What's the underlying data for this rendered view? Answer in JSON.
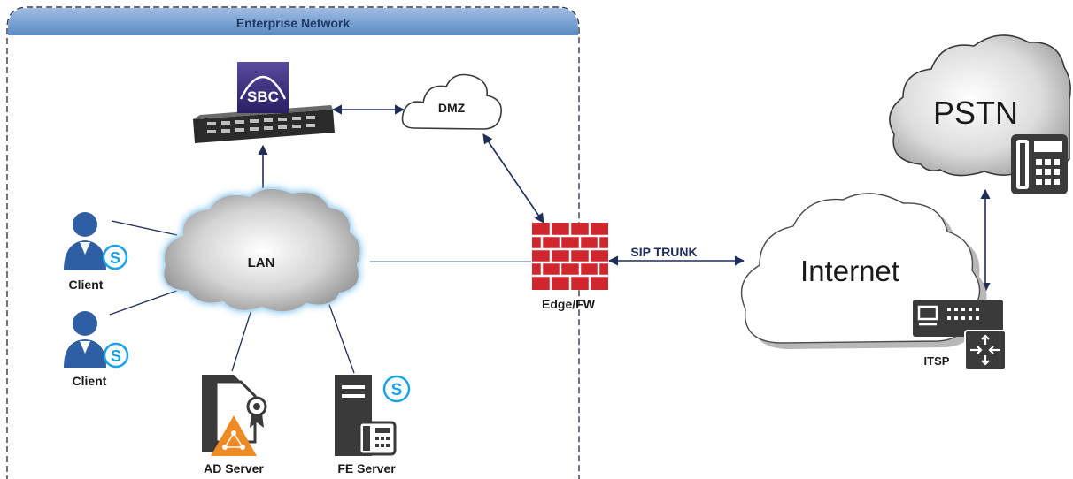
{
  "enterprise_network": {
    "title": "Enterprise Network"
  },
  "nodes": {
    "sbc": {
      "badge": "SBC"
    },
    "dmz": {
      "label": "DMZ"
    },
    "lan": {
      "label": "LAN"
    },
    "client_1": {
      "label": "Client"
    },
    "client_2": {
      "label": "Client"
    },
    "ad_server": {
      "label": "AD Server"
    },
    "fe_server": {
      "label": "FE Server"
    },
    "firewall": {
      "label": "Edge/FW"
    },
    "internet": {
      "label": "Internet"
    },
    "pstn": {
      "label": "PSTN"
    },
    "itsp": {
      "label": "ITSP"
    }
  },
  "links": {
    "sip_trunk": {
      "label": "SIP TRUNK"
    }
  },
  "colors": {
    "enterprise_header": "#5b8bc4",
    "enterprise_title": "#1f3a63",
    "arrow": "#1f2d5a",
    "firewall": "#d0262e",
    "sbc_badge": "#3b2f7a",
    "skype": "#1aa3e8",
    "person": "#2f5fa3",
    "device": "#3a3a3a",
    "warning": "#f08a24"
  },
  "icons": [
    "sbc-appliance-icon",
    "cloud-icon",
    "firewall-brick-icon",
    "person-icon",
    "skype-icon",
    "certificate-server-icon",
    "server-icon",
    "desk-phone-icon",
    "router-icon",
    "warning-triangle-icon"
  ]
}
